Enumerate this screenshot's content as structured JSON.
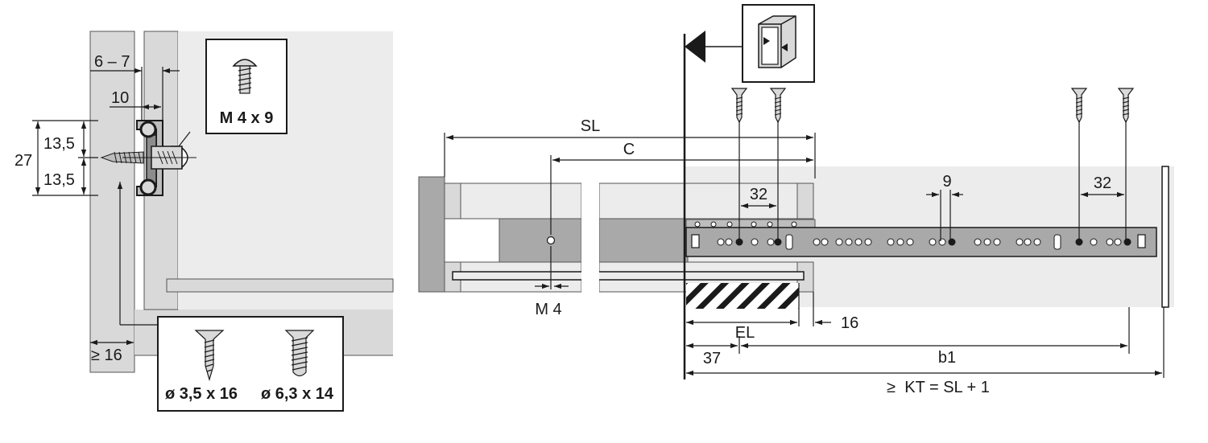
{
  "colors": {
    "panel": "#d9d9d9",
    "panel_dark": "#c4c4c4",
    "rail": "#a9a9a9",
    "rail_dark": "#8c8c8c",
    "area": "#ececec",
    "line": "#1a1a1a",
    "white": "#ffffff"
  },
  "left_view": {
    "dim_6_7": "6 – 7",
    "dim_10": "10",
    "dim_13_5_top": "13,5",
    "dim_13_5_bottom": "13,5",
    "dim_27": "27",
    "dim_ge_16": "≥ 16",
    "screw_box_label": "M 4 x 9",
    "screw_box_icon": "pan-head-screw-icon",
    "fasteners_label_1": "ø 3,5 x 16",
    "fasteners_icon_1": "wood-screw-icon",
    "fasteners_label_2": "ø 6,3 x 14",
    "fasteners_icon_2": "euro-screw-icon"
  },
  "right_view": {
    "dim_SL": "SL",
    "dim_C": "C",
    "dim_M4": "M 4",
    "dim_32_left": "32",
    "dim_9": "9",
    "dim_32_right": "32",
    "dim_16": "16",
    "dim_EL": "EL",
    "dim_37": "37",
    "dim_b1": "b1",
    "dim_KT": "≥  KT = SL + 1",
    "cabinet_icon": "cabinet-front-reference-icon"
  }
}
